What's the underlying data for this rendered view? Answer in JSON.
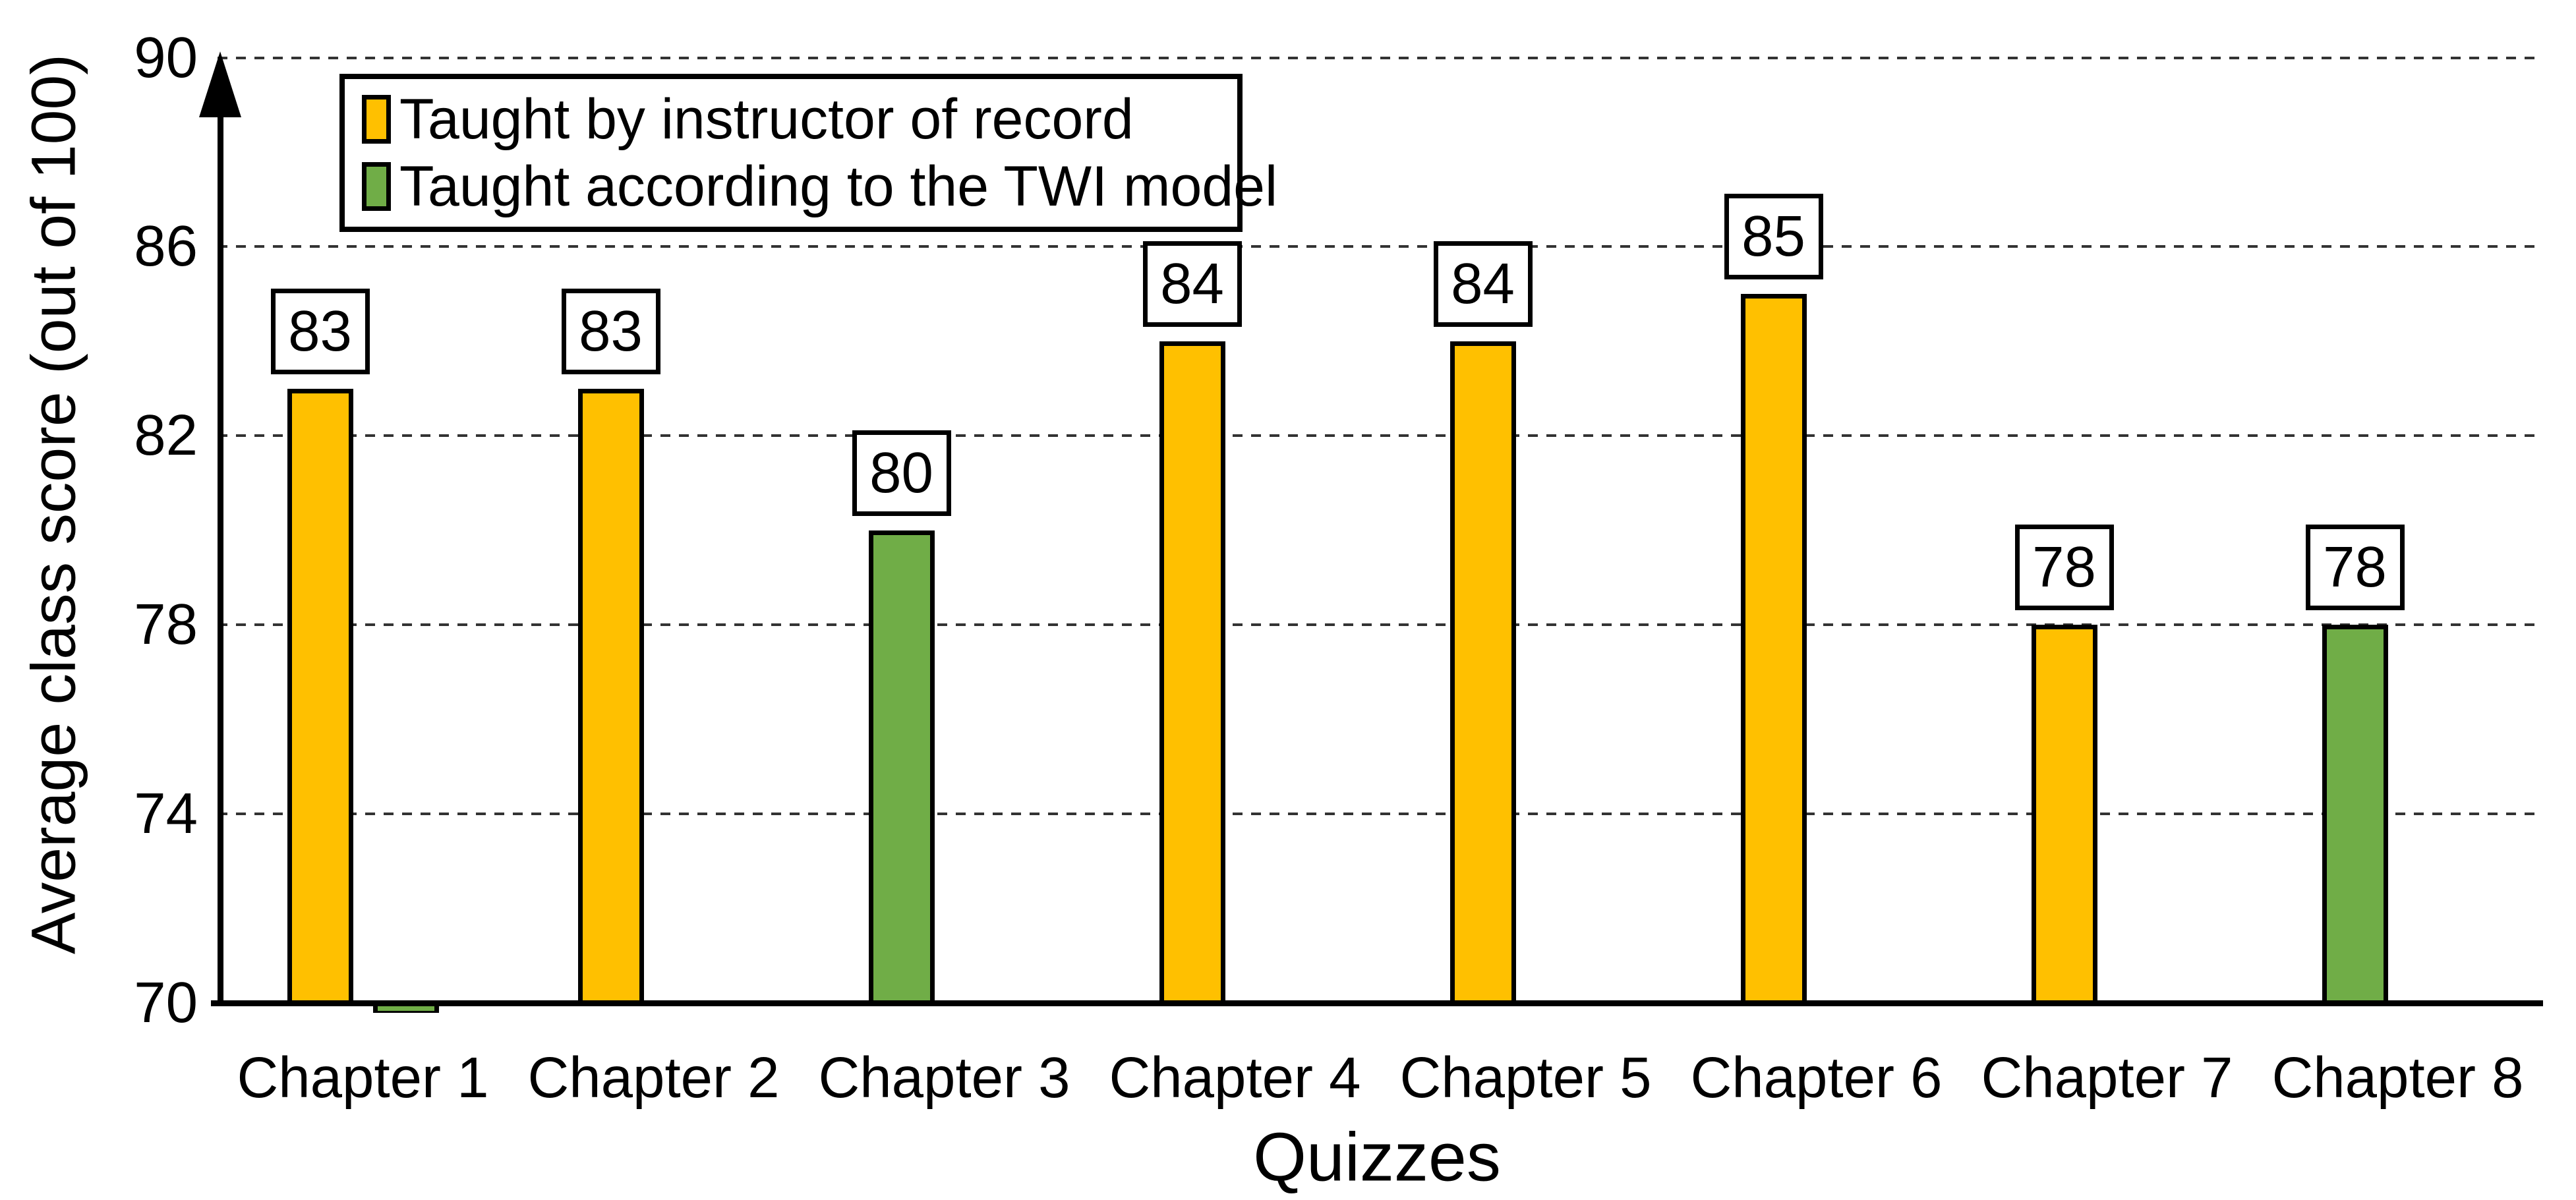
{
  "chart_data": {
    "type": "bar",
    "title": "",
    "xlabel": "Quizzes",
    "ylabel": "Average class score (out of 100)",
    "ylim": [
      70,
      90
    ],
    "yticks": [
      70,
      74,
      78,
      82,
      86,
      90
    ],
    "grid": "horizontal-dashed",
    "legend_position": "top-left-inside-plot",
    "categories": [
      "Chapter 1",
      "Chapter 2",
      "Chapter 3",
      "Chapter 4",
      "Chapter 5",
      "Chapter 6",
      "Chapter 7",
      "Chapter 8"
    ],
    "series": [
      {
        "name": "Taught by instructor of record",
        "color": "#FFC000"
      },
      {
        "name": "Taught according to the TWI model",
        "color": "#70AD47"
      }
    ],
    "bars": [
      {
        "category": "Chapter 1",
        "value": 83,
        "series": 0,
        "label": "83"
      },
      {
        "category": "Chapter 2",
        "value": 83,
        "series": 0,
        "label": "83"
      },
      {
        "category": "Chapter 3",
        "value": 80,
        "series": 1,
        "label": "80"
      },
      {
        "category": "Chapter 4",
        "value": 84,
        "series": 0,
        "label": "84"
      },
      {
        "category": "Chapter 5",
        "value": 84,
        "series": 0,
        "label": "84"
      },
      {
        "category": "Chapter 6",
        "value": 85,
        "series": 0,
        "label": "85"
      },
      {
        "category": "Chapter 7",
        "value": 78,
        "series": 0,
        "label": "78"
      },
      {
        "category": "Chapter 8",
        "value": 78,
        "series": 1,
        "label": "78"
      }
    ],
    "clipped_bar": {
      "category": "Chapter 1",
      "series": 1,
      "note": "green bar clipped below axis minimum, visible as thin sliver under baseline"
    }
  },
  "colors": {
    "background": "#FFFFFF",
    "axis": "#000000",
    "gridline": "#333333",
    "text": "#000000",
    "data_label_box_border": "#000000"
  }
}
